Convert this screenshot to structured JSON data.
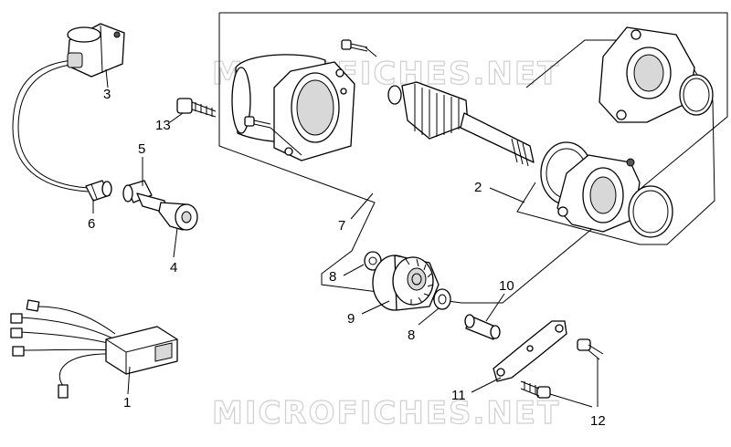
{
  "watermark": {
    "top": "MICROFICHES.NET",
    "bottom": "MICROFICHES.NET"
  },
  "callouts": {
    "c1": "1",
    "c2": "2",
    "c3": "3",
    "c4": "4",
    "c5": "5",
    "c6": "6",
    "c7": "7",
    "c8a": "8",
    "c8b": "8",
    "c9": "9",
    "c10": "10",
    "c11": "11",
    "c12": "12",
    "c13": "13"
  }
}
